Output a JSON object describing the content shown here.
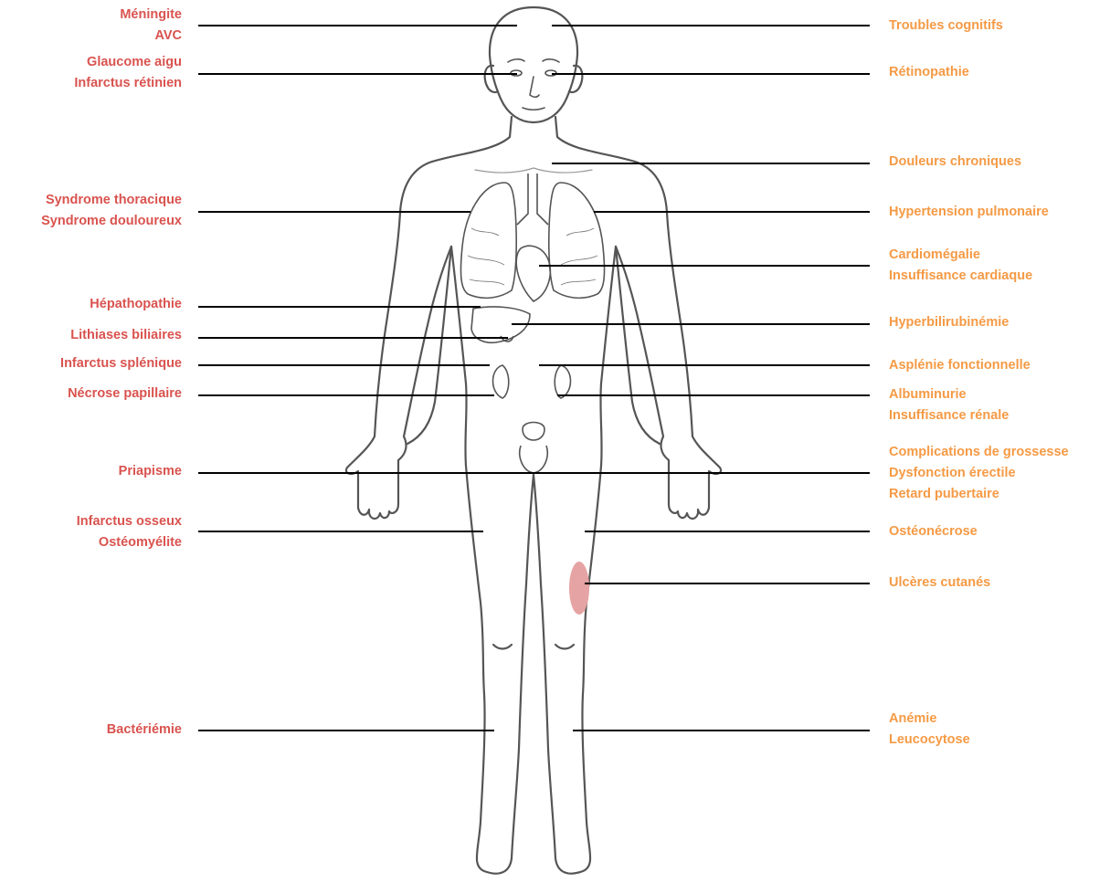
{
  "colors": {
    "acute": "#d9534f",
    "chronic": "#f59a45",
    "line": "#000000",
    "outline": "#555555",
    "ulcer": "#e6a3a3"
  },
  "left_labels": [
    {
      "id": "meningite",
      "lines": [
        "Méningite",
        "AVC"
      ]
    },
    {
      "id": "glaucome",
      "lines": [
        "Glaucome aigu",
        "Infarctus rétinien"
      ]
    },
    {
      "id": "thoracique",
      "lines": [
        "Syndrome thoracique",
        "Syndrome douloureux"
      ]
    },
    {
      "id": "hepatopathie",
      "lines": [
        "Hépathopathie"
      ]
    },
    {
      "id": "lithiases",
      "lines": [
        "Lithiases biliaires"
      ]
    },
    {
      "id": "splenique",
      "lines": [
        "Infarctus splénique"
      ]
    },
    {
      "id": "necrose",
      "lines": [
        "Nécrose papillaire"
      ]
    },
    {
      "id": "priapisme",
      "lines": [
        "Priapisme"
      ]
    },
    {
      "id": "osseux",
      "lines": [
        "Infarctus osseux",
        "Ostéomyélite"
      ]
    },
    {
      "id": "bacteriemie",
      "lines": [
        "Bactériémie"
      ]
    }
  ],
  "right_labels": [
    {
      "id": "cognitifs",
      "lines": [
        "Troubles cognitifs"
      ]
    },
    {
      "id": "retinopathie",
      "lines": [
        "Rétinopathie"
      ]
    },
    {
      "id": "douleurs",
      "lines": [
        "Douleurs chroniques"
      ]
    },
    {
      "id": "pulmonaire",
      "lines": [
        "Hypertension pulmonaire"
      ]
    },
    {
      "id": "cardio",
      "lines": [
        "Cardiomégalie",
        "Insuffisance cardiaque"
      ]
    },
    {
      "id": "bilirubine",
      "lines": [
        "Hyperbilirubinémie"
      ]
    },
    {
      "id": "asplenie",
      "lines": [
        "Asplénie fonctionnelle"
      ]
    },
    {
      "id": "albuminurie",
      "lines": [
        "Albuminurie",
        "Insuffisance rénale"
      ]
    },
    {
      "id": "grossesse",
      "lines": [
        "Complications de grossesse",
        "Dysfonction érectile",
        "Retard pubertaire"
      ]
    },
    {
      "id": "osteonecrose",
      "lines": [
        "Ostéonécrose"
      ]
    },
    {
      "id": "ulceres",
      "lines": [
        "Ulcères cutanés"
      ]
    },
    {
      "id": "anemie",
      "lines": [
        "Anémie",
        "Leucocytose"
      ]
    }
  ]
}
